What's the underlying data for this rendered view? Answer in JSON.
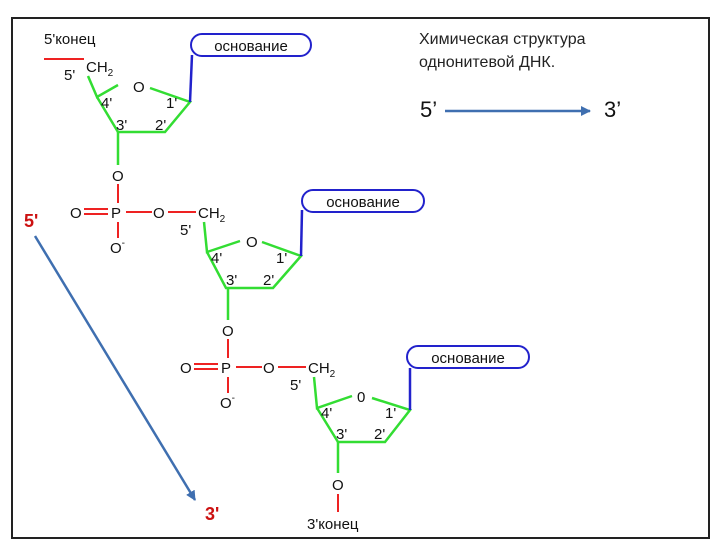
{
  "title_lines": [
    "Химическая структура",
    "однонитевой ДНК."
  ],
  "direction": {
    "start": "5’",
    "end": "3’"
  },
  "left_arrow": {
    "start": "5'",
    "end": "3'"
  },
  "end5_label": "5'конец",
  "end3_label": "3'конец",
  "base_label": "основание",
  "ring": {
    "O": "O",
    "c1": "1'",
    "c2": "2'",
    "c3": "3'",
    "c4": "4'",
    "c5": "5'"
  },
  "ring_o_third": "0",
  "ch": "CH",
  "ch_sub": "2",
  "phosphate": {
    "P": "P",
    "O": "O",
    "O_double": "O",
    "O_minus": "O",
    "minus": "-"
  },
  "colors": {
    "sugar_green": "#33dd33",
    "phosphate_red": "#ee2222",
    "base_blue": "#2222cc",
    "arrow_blue": "#3f6fb0",
    "frame": "#222222",
    "red_text": "#cc1111"
  }
}
